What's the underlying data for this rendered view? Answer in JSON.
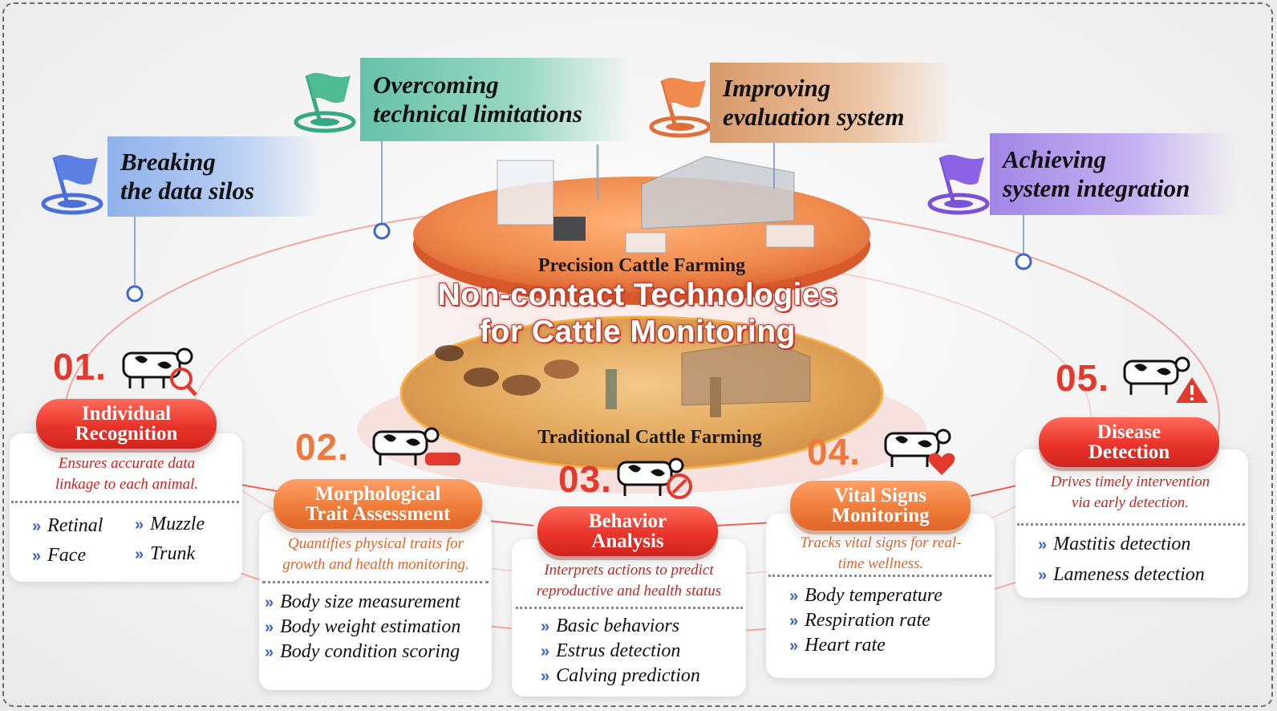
{
  "challenges": [
    {
      "lines": [
        "Breaking",
        "the data silos"
      ],
      "color": "#4a6fd8"
    },
    {
      "lines": [
        "Overcoming",
        "technical limitations"
      ],
      "color": "#37a883"
    },
    {
      "lines": [
        "Improving",
        "evaluation system"
      ],
      "color": "#e0703a"
    },
    {
      "lines": [
        "Achieving",
        "system integration"
      ],
      "color": "#7a52d8"
    }
  ],
  "center": {
    "precision_label": "Precision Cattle Farming",
    "title_line1": "Non-contact Technologies",
    "title_line2": "for Cattle Monitoring",
    "traditional_label": "Traditional Cattle Farming"
  },
  "categories": [
    {
      "number": "01.",
      "title_lines": [
        "Individual",
        "Recognition"
      ],
      "description_lines": [
        "Ensures accurate data",
        "linkage to each animal."
      ],
      "items": [
        "Retinal",
        "Muzzle",
        "Face",
        "Trunk"
      ],
      "icon": "cattle-search-icon",
      "accent": "#e23b2e"
    },
    {
      "number": "02.",
      "title_lines": [
        "Morphological",
        "Trait Assessment"
      ],
      "description_lines": [
        "Quantifies physical traits for",
        "growth and health monitoring."
      ],
      "items": [
        "Body size measurement",
        "Body weight estimation",
        "Body condition scoring"
      ],
      "icon": "cattle-tape-measure-icon",
      "accent": "#ec7a3c"
    },
    {
      "number": "03.",
      "title_lines": [
        "Behavior",
        "Analysis"
      ],
      "description_lines": [
        "Interprets actions to predict",
        "reproductive and health status"
      ],
      "items": [
        "Basic behaviors",
        "Estrus detection",
        "Calving prediction"
      ],
      "icon": "cattle-target-icon",
      "accent": "#e23b2e"
    },
    {
      "number": "04.",
      "title_lines": [
        "Vital Signs",
        "Monitoring"
      ],
      "description_lines": [
        "Tracks vital signs for real-",
        "time wellness."
      ],
      "items": [
        "Body temperature",
        "Respiration rate",
        "Heart rate"
      ],
      "icon": "cattle-heart-icon",
      "accent": "#ec7a3c"
    },
    {
      "number": "05.",
      "title_lines": [
        "Disease",
        "Detection"
      ],
      "description_lines": [
        "Drives timely intervention",
        "via early detection."
      ],
      "items": [
        "Mastitis detection",
        "Lameness detection"
      ],
      "icon": "cattle-warning-icon",
      "accent": "#e23b2e"
    }
  ]
}
